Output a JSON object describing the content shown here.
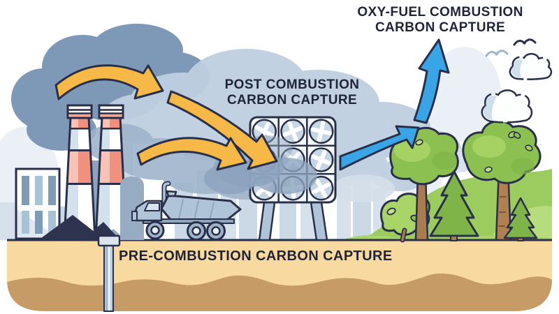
{
  "labels": {
    "oxy_fuel": {
      "line1": "OXY-FUEL COMBUSTION",
      "line2": "CARBON CAPTURE"
    },
    "post_combustion": {
      "line1": "POST COMBUSTION",
      "line2": "CARBON CAPTURE"
    },
    "pre_combustion": {
      "line1": "PRE-COMBUSTION CARBON CAPTURE"
    }
  },
  "colors": {
    "label_text": "#1F2438",
    "outline_navy": "#2A2F49",
    "arrow_yellow": "#F6B846",
    "arrow_blue": "#3AA5E6",
    "smoke_dark": "#7E99B8",
    "smoke_mid": "#9FB4CB",
    "smoke_light": "#BECFE0",
    "chimney_salmon": "#F0907E",
    "chimney_salmon_light": "#F8C3B6",
    "steel_blue": "#AFC4D8",
    "fan_circle": "#C6D6E4",
    "ground_sand": "#F8D9A0",
    "ground_subsoil": "#C79B66",
    "hill_green": "#9CCB5F",
    "tree_green": "#8CC152",
    "grass_green": "#A8D468",
    "trunk_brown": "#A97C4F",
    "skyline_light": "#CBD9E7",
    "skyline_mid": "#8CA3BD",
    "sky_wash": "#EAF0F6"
  },
  "scene": {
    "elements": [
      "smoke-plume",
      "city-skyline",
      "factory-building",
      "smokestacks",
      "coal-pile",
      "dump-truck",
      "capture-fan-array",
      "flue-gas-arrows",
      "oxy-fuel-arrow",
      "injection-pipe",
      "underground-layers",
      "forest-trees",
      "hill",
      "clouds",
      "birds"
    ],
    "fan_array": {
      "rows": 3,
      "cols": 3,
      "fan_count": 9
    },
    "smokestack_count": 2,
    "yellow_arrow_count": 3,
    "blue_arrow_segments": 2,
    "broadleaf_tree_count": 2,
    "pine_tree_count": 2,
    "cloud_count": 2,
    "bird_count": 2,
    "truck_wheel_count": 3,
    "building_window_grid": {
      "rows": 2,
      "cols": 3
    }
  }
}
